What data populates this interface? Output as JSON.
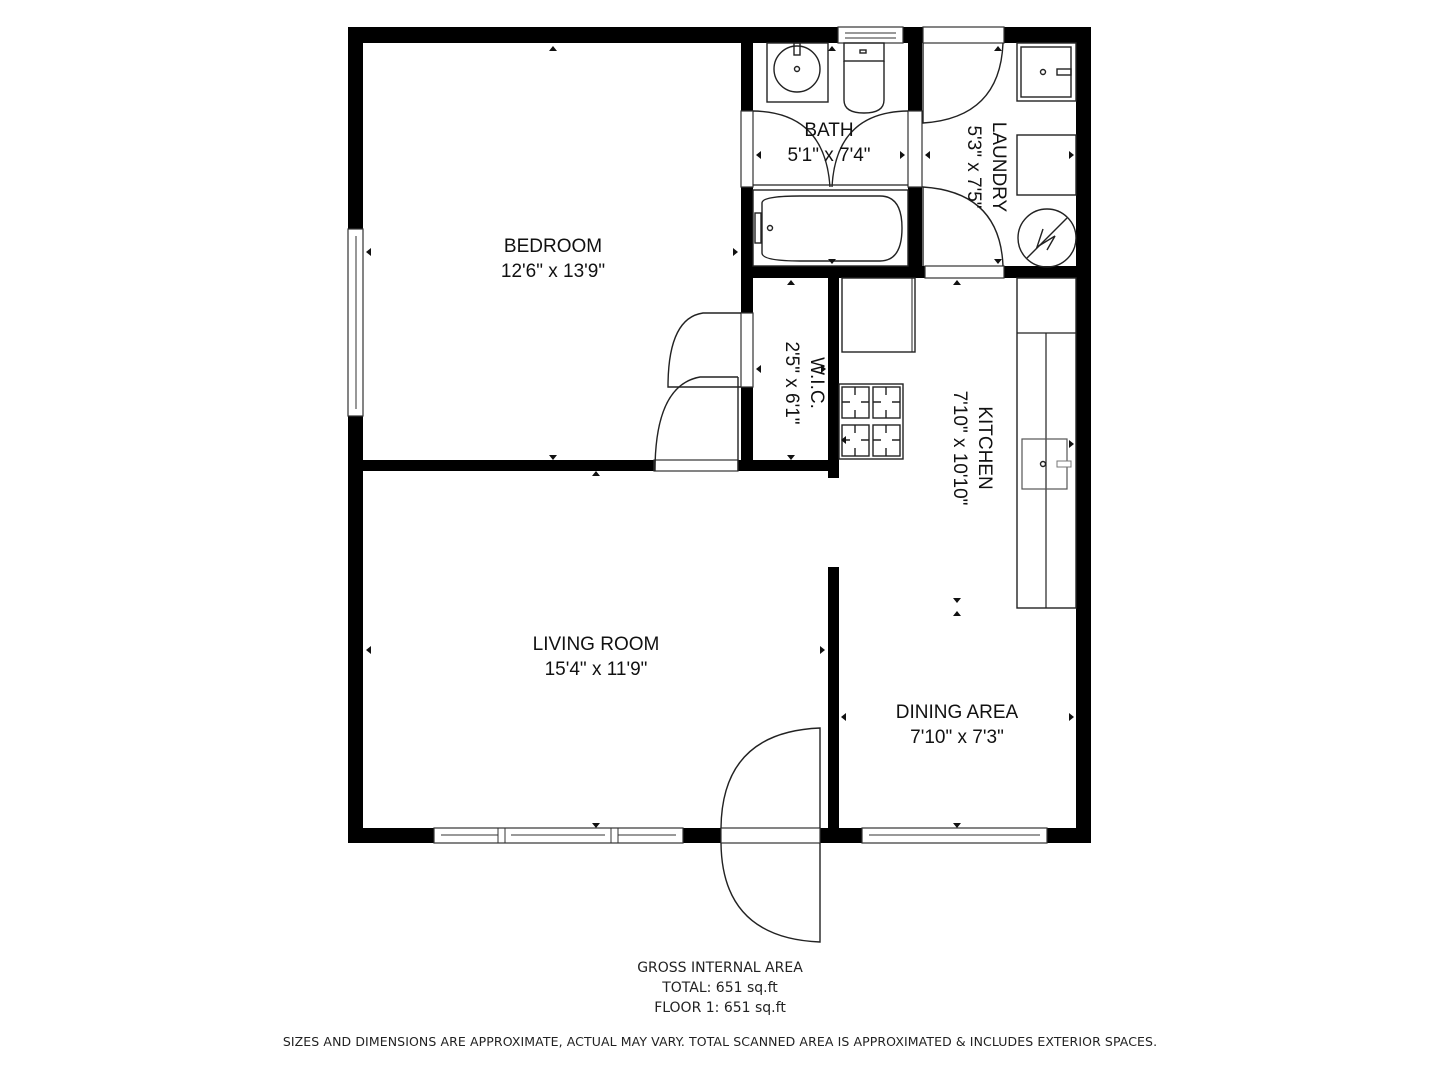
{
  "plan": {
    "rooms": [
      {
        "id": "bedroom",
        "name": "BEDROOM",
        "dims": "12'6\" x 13'9\"",
        "orientation": "horizontal"
      },
      {
        "id": "bath",
        "name": "BATH",
        "dims": "5'1\" x 7'4\"",
        "orientation": "horizontal"
      },
      {
        "id": "laundry",
        "name": "LAUNDRY",
        "dims": "5'3\" x 7'5\"",
        "orientation": "vertical"
      },
      {
        "id": "wic",
        "name": "W.I.C.",
        "dims": "2'5\" x 6'1\"",
        "orientation": "vertical"
      },
      {
        "id": "kitchen",
        "name": "KITCHEN",
        "dims": "7'10\" x 10'10\"",
        "orientation": "vertical"
      },
      {
        "id": "living-room",
        "name": "LIVING ROOM",
        "dims": "15'4\" x 11'9\"",
        "orientation": "horizontal"
      },
      {
        "id": "dining-area",
        "name": "DINING AREA",
        "dims": "7'10\" x 7'3\"",
        "orientation": "horizontal"
      }
    ],
    "colors": {
      "wall": "#000000",
      "line": "#222222",
      "background": "#ffffff"
    }
  },
  "area": {
    "heading": "GROSS INTERNAL AREA",
    "total": "TOTAL: 651 sq.ft",
    "floor1": "FLOOR 1: 651 sq.ft"
  },
  "disclaimer": "SIZES AND DIMENSIONS ARE APPROXIMATE, ACTUAL MAY VARY. TOTAL SCANNED AREA IS APPROXIMATED & INCLUDES EXTERIOR SPACES."
}
